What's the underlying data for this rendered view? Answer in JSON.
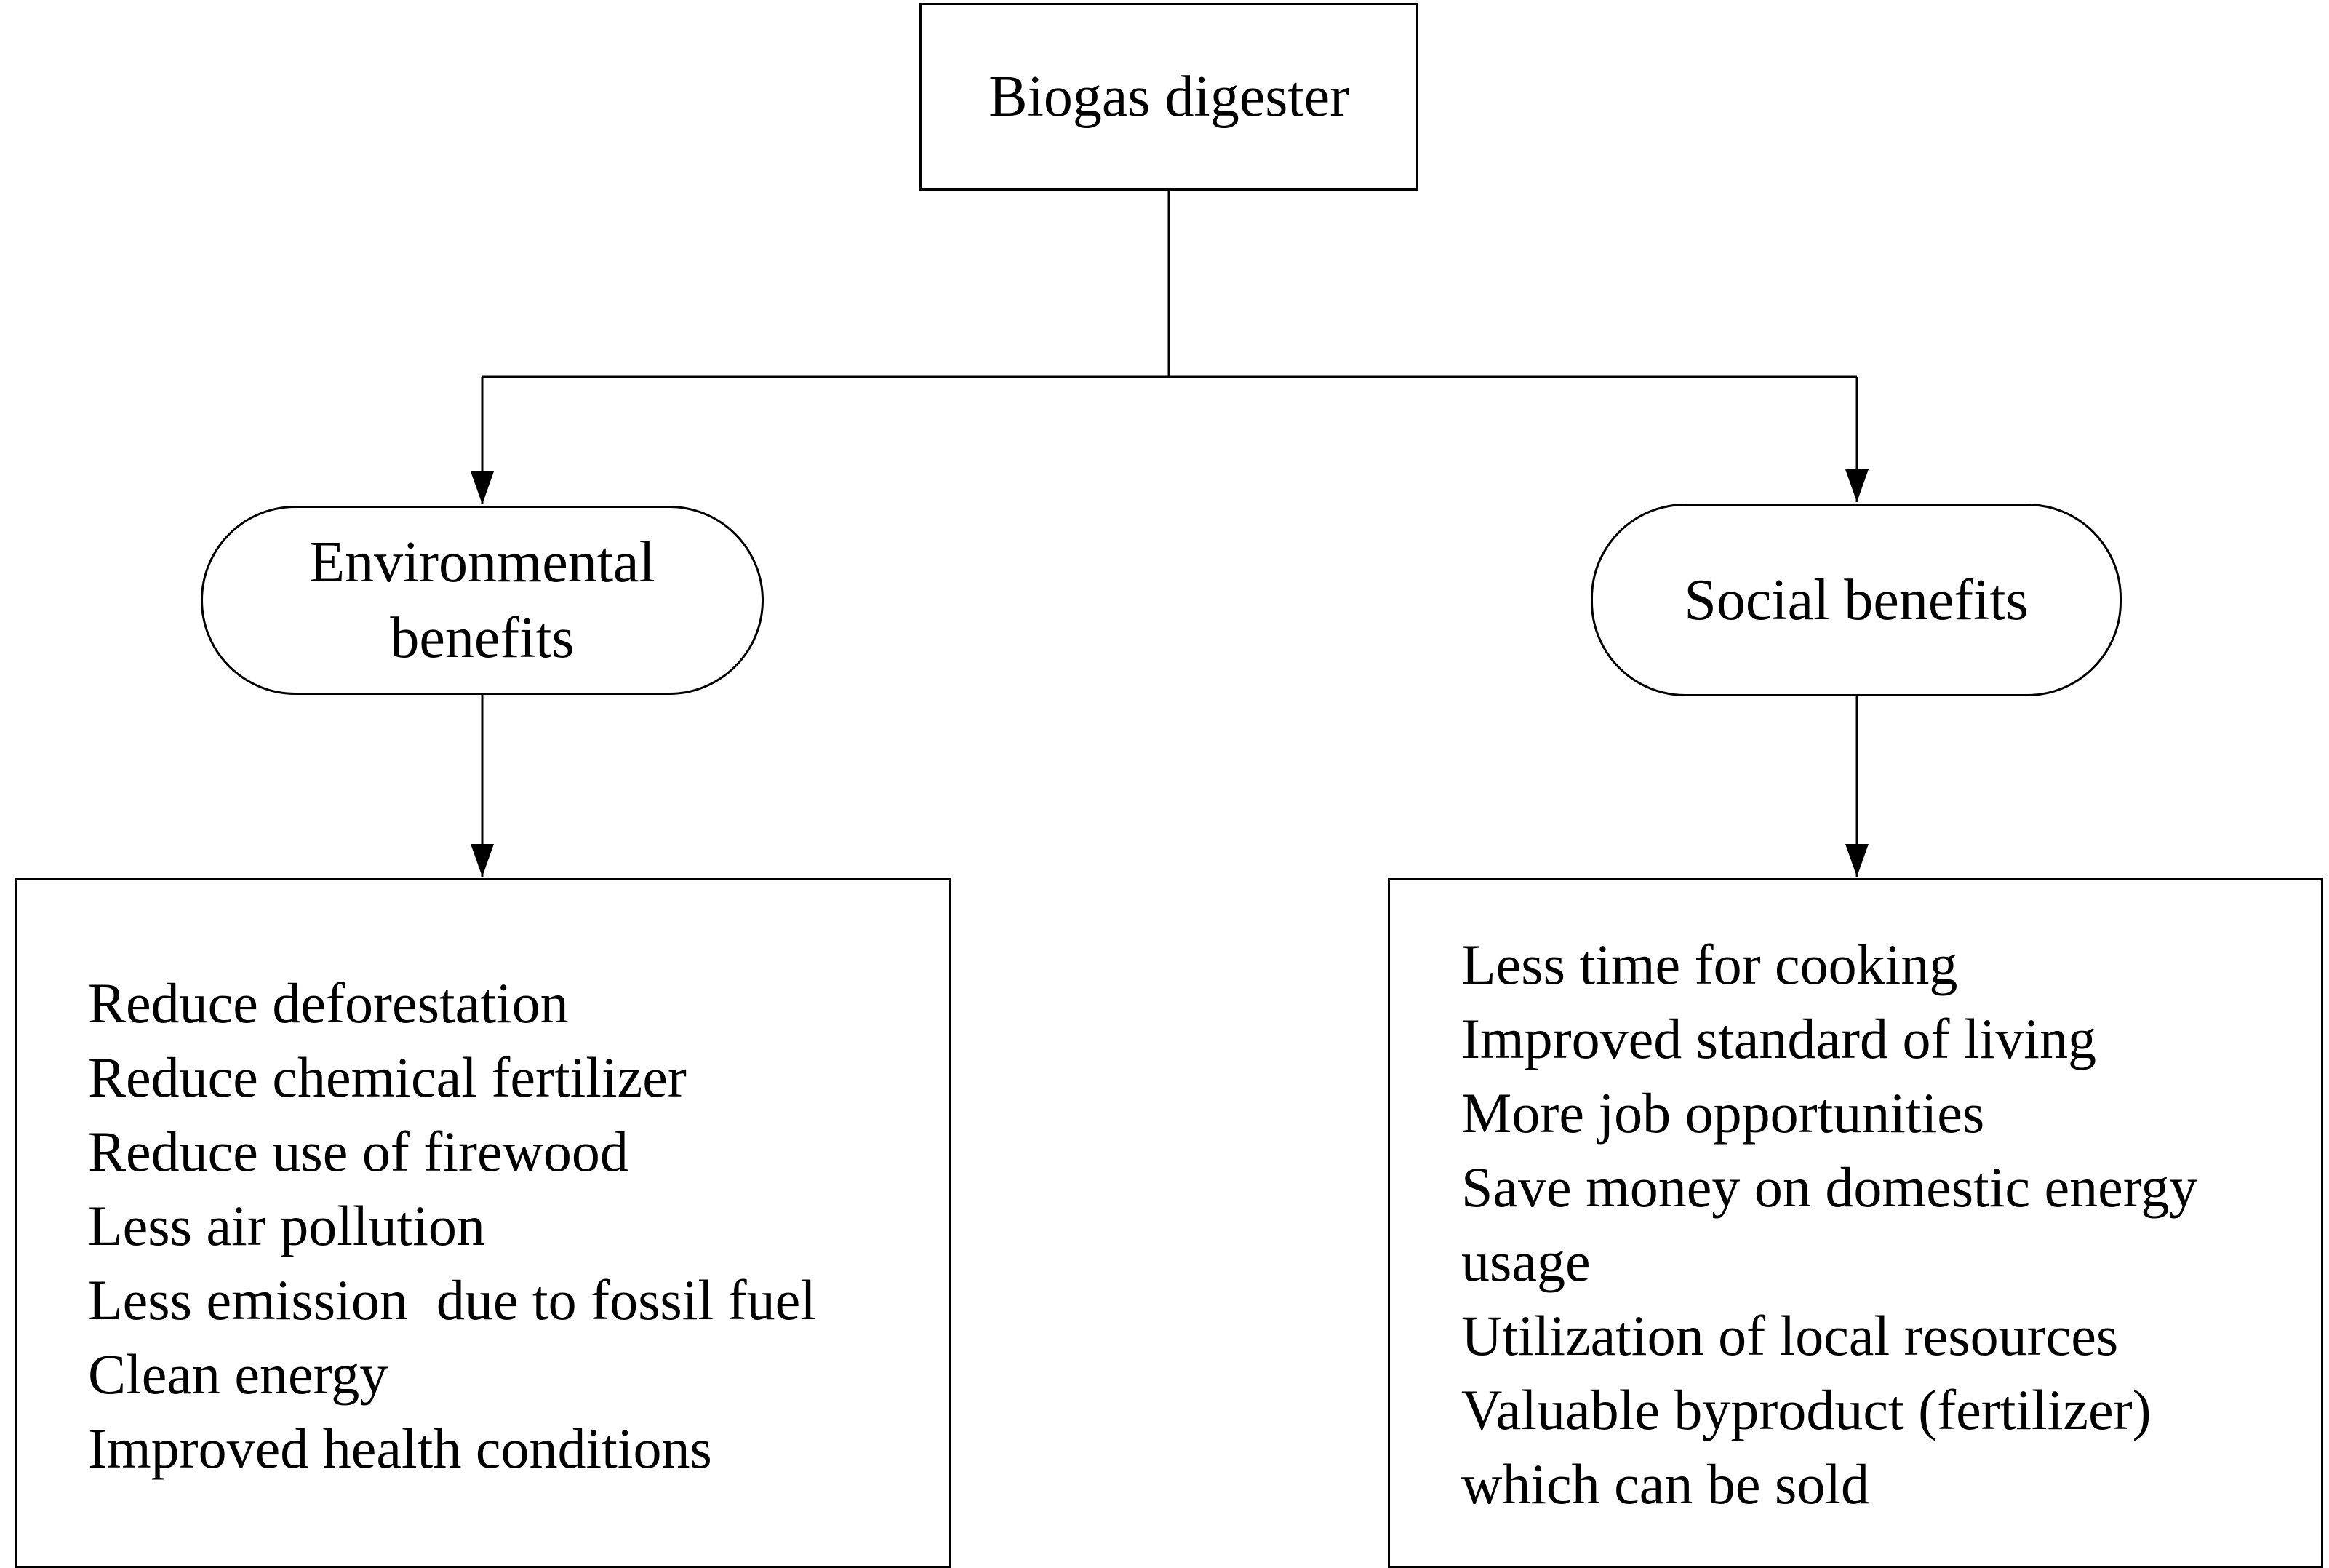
{
  "root": {
    "label": "Biogas digester"
  },
  "branches": [
    {
      "label_lines": [
        "Environmental",
        "benefits"
      ],
      "items": [
        "Reduce deforestation",
        "Reduce chemical fertilizer",
        "Reduce use of firewood",
        "Less air pollution",
        "Less emission  due to fossil fuel",
        "Clean energy",
        "Improved health conditions"
      ]
    },
    {
      "label_lines": [
        "Social benefits"
      ],
      "items": [
        "Less time for cooking",
        "Improved standard of living",
        "More job opportunities",
        "Save money on domestic energy",
        "usage",
        "Utilization of local resources",
        "Valuable byproduct (fertilizer)",
        "which can be sold"
      ]
    }
  ]
}
